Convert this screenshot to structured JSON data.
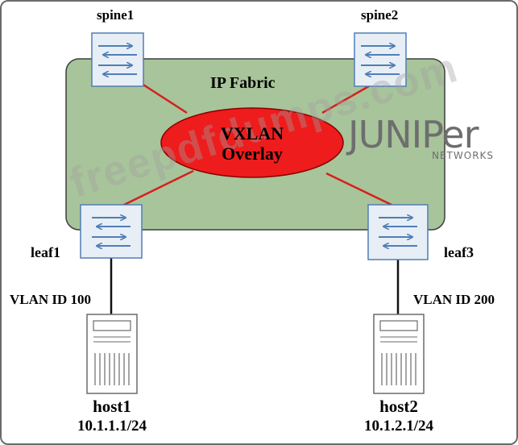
{
  "diagram": {
    "fabric_label": "IP Fabric",
    "overlay_line1": "VXLAN",
    "overlay_line2": "Overlay",
    "spines": [
      {
        "label": "spine1"
      },
      {
        "label": "spine2"
      }
    ],
    "leaves": [
      {
        "label": "leaf1"
      },
      {
        "label": "leaf3"
      }
    ],
    "vlans": [
      {
        "label": "VLAN ID 100"
      },
      {
        "label": "VLAN ID 200"
      }
    ],
    "hosts": [
      {
        "name": "host1",
        "ip": "10.1.1.1/24"
      },
      {
        "name": "host2",
        "ip": "10.1.2.1/24"
      }
    ]
  },
  "branding": {
    "logo_main": "JUNIPer",
    "logo_sub": "NETWORKS",
    "watermark": "freepdfdumps.com"
  },
  "colors": {
    "fabric_fill": "#a8c49a",
    "overlay_fill": "#ee1c1c",
    "link_red": "#d42020",
    "switch_fill": "#e8eef6",
    "switch_arrow": "#4f7fb6"
  }
}
